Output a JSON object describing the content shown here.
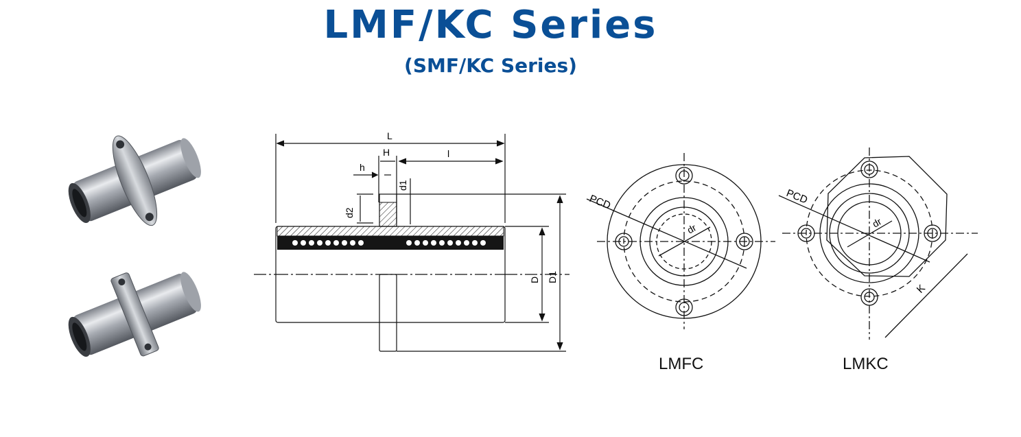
{
  "header": {
    "title": "LMF/KC Series",
    "subtitle": "(SMF/KC Series)"
  },
  "side_view": {
    "dims": {
      "L": "L",
      "H": "H",
      "l": "l",
      "h": "h",
      "d1": "d1",
      "d2": "d2",
      "D": "D",
      "D1": "D1"
    }
  },
  "front_views": {
    "round": {
      "pcd": "PCD",
      "dr": "dr",
      "caption": "LMFC"
    },
    "square": {
      "pcd": "PCD",
      "dr": "dr",
      "k": "K",
      "caption": "LMKC"
    }
  },
  "colors": {
    "title": "#0a4f96",
    "line": "#111111",
    "steel": "#b9bcc2"
  }
}
